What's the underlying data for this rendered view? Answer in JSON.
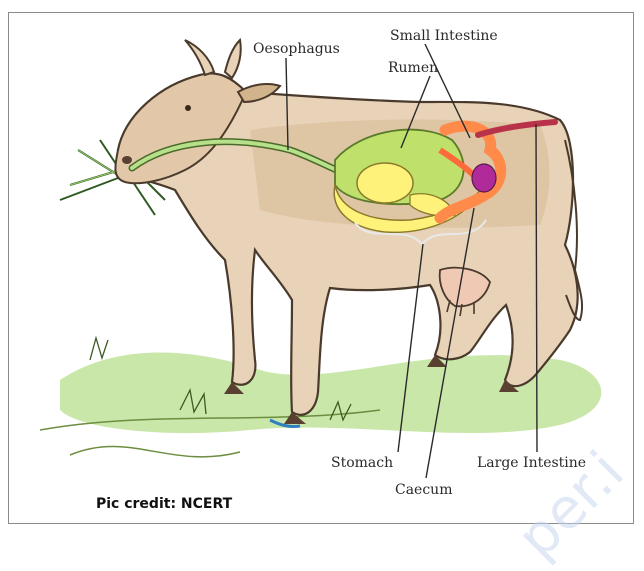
{
  "labels": {
    "oesophagus": "Oesophagus",
    "small_intestine": "Small Intestine",
    "rumen": "Rumen",
    "stomach": "Stomach",
    "caecum": "Caecum",
    "large_intestine": "Large Intestine"
  },
  "credit": "Pic credit: NCERT",
  "watermark": "per.i",
  "colors": {
    "cow_body": "#e8d3b9",
    "cow_outline": "#4a3a2c",
    "rumen": "#bfe06a",
    "stomach": "#fff27a",
    "small_intestine": "#ff8a4a",
    "caecum": "#b02a9a",
    "large_intestine": "#b8324a",
    "oesophagus": "#b7e08a",
    "grass": "#bfe39a"
  }
}
